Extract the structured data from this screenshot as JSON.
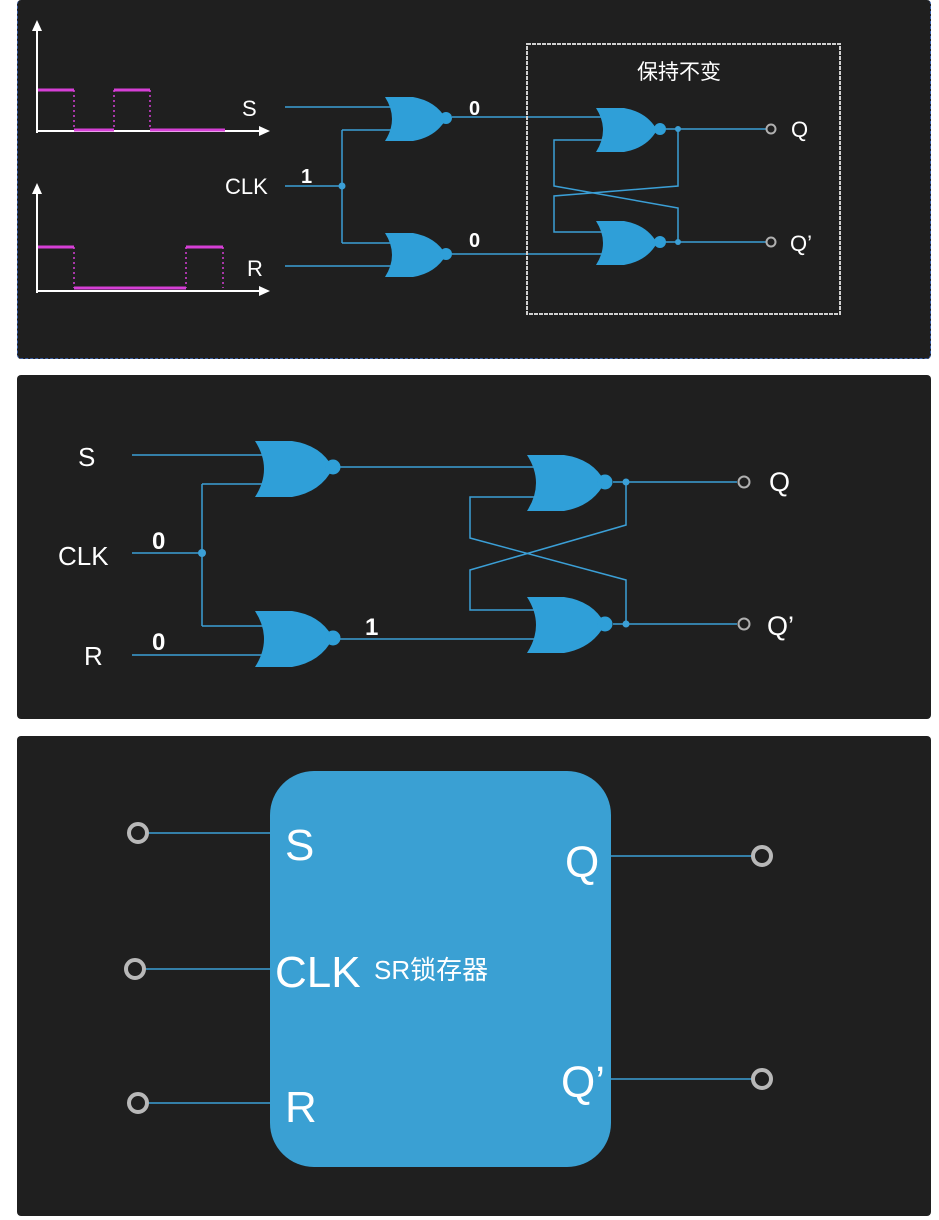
{
  "colors": {
    "background": "#1f1f1f",
    "gate": "#2f9fd8",
    "wire": "#3b9fd6",
    "signal": "#d63fd6",
    "block": "#3aa0d3",
    "terminal": "#b0b0b0"
  },
  "panel1": {
    "labels": {
      "s": "S",
      "clk": "CLK",
      "r": "R",
      "q": "Q",
      "q_prime": "Q’"
    },
    "values": {
      "clk": "1",
      "gate_top_out": "0",
      "gate_bottom_out": "0"
    },
    "box_caption": "保持不变"
  },
  "panel2": {
    "labels": {
      "s": "S",
      "clk": "CLK",
      "r": "R",
      "q": "Q",
      "q_prime": "Q’"
    },
    "values": {
      "clk": "0",
      "r": "0",
      "gate_bottom_out": "1"
    }
  },
  "panel3": {
    "inputs": {
      "s": "S",
      "clk": "CLK",
      "r": "R"
    },
    "outputs": {
      "q": "Q",
      "q_prime": "Q’"
    },
    "block_title": "SR锁存器"
  }
}
